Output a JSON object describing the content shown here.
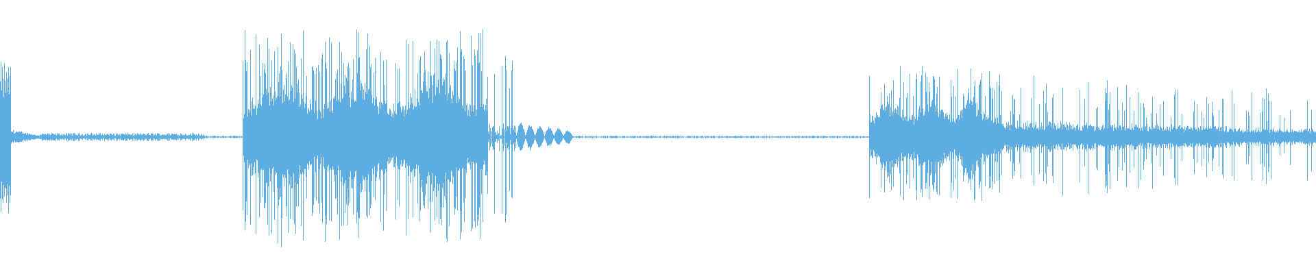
{
  "waveform": {
    "color": "#5DADE2",
    "background": "#ffffff",
    "amplitude_scale": [
      -1,
      1
    ],
    "segments": [
      {
        "start": 0.0,
        "end": 0.008,
        "peak": 0.55,
        "body": 0.18,
        "kind": "burst"
      },
      {
        "start": 0.008,
        "end": 0.03,
        "peak": 0.05,
        "body": 0.02,
        "kind": "decay"
      },
      {
        "start": 0.03,
        "end": 0.155,
        "peak": 0.03,
        "body": 0.02,
        "kind": "hum"
      },
      {
        "start": 0.155,
        "end": 0.184,
        "peak": 0.01,
        "body": 0.005,
        "kind": "silence"
      },
      {
        "start": 0.184,
        "end": 0.37,
        "peak": 0.75,
        "body": 0.45,
        "kind": "speech"
      },
      {
        "start": 0.37,
        "end": 0.392,
        "peak": 0.65,
        "body": 0.1,
        "kind": "taps"
      },
      {
        "start": 0.392,
        "end": 0.435,
        "peak": 0.1,
        "body": 0.06,
        "kind": "ripples"
      },
      {
        "start": 0.435,
        "end": 0.66,
        "peak": 0.01,
        "body": 0.004,
        "kind": "silence"
      },
      {
        "start": 0.66,
        "end": 0.76,
        "peak": 0.5,
        "body": 0.3,
        "kind": "speech"
      },
      {
        "start": 0.76,
        "end": 1.0,
        "peak": 0.45,
        "body": 0.12,
        "kind": "tail"
      }
    ]
  }
}
